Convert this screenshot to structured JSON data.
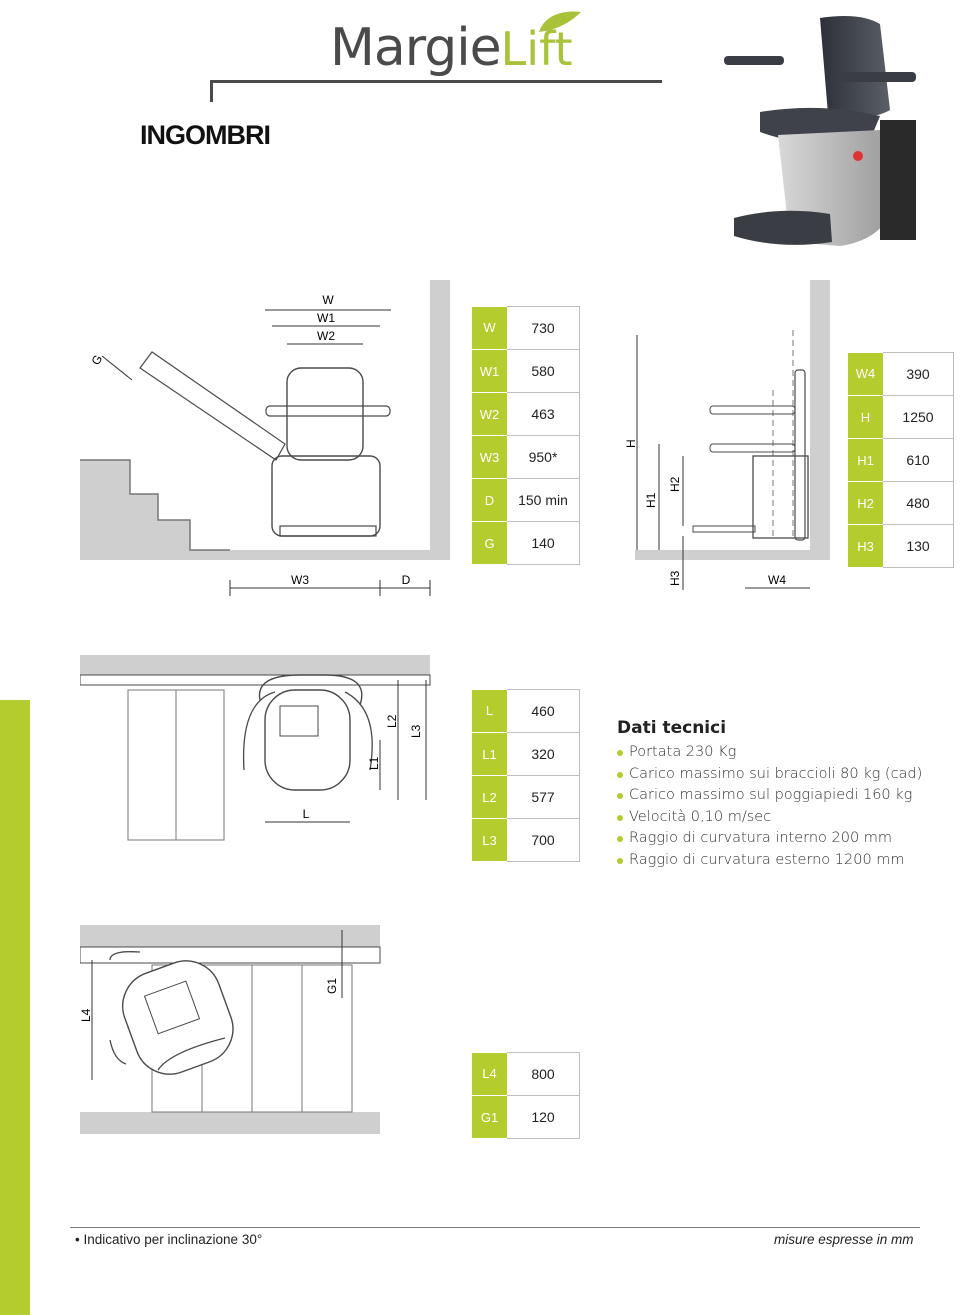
{
  "logo": {
    "part1": "Margie",
    "part2": "Lift"
  },
  "title": "INGOMBRI",
  "table_width": [
    {
      "key": "W",
      "value": "730"
    },
    {
      "key": "W1",
      "value": "580"
    },
    {
      "key": "W2",
      "value": "463"
    },
    {
      "key": "W3",
      "value": "950*"
    },
    {
      "key": "D",
      "value": "150 min"
    },
    {
      "key": "G",
      "value": "140"
    }
  ],
  "table_height": [
    {
      "key": "W4",
      "value": "390"
    },
    {
      "key": "H",
      "value": "1250"
    },
    {
      "key": "H1",
      "value": "610"
    },
    {
      "key": "H2",
      "value": "480"
    },
    {
      "key": "H3",
      "value": "130"
    }
  ],
  "table_length": [
    {
      "key": "L",
      "value": "460"
    },
    {
      "key": "L1",
      "value": "320"
    },
    {
      "key": "L2",
      "value": "577"
    },
    {
      "key": "L3",
      "value": "700"
    }
  ],
  "table_turn": [
    {
      "key": "L4",
      "value": "800"
    },
    {
      "key": "G1",
      "value": "120"
    }
  ],
  "diagram_labels": {
    "w": "W",
    "w1": "W1",
    "w2": "W2",
    "g": "G",
    "w3": "W3",
    "d": "D",
    "h": "H",
    "h1": "H1",
    "h2": "H2",
    "h3": "H3",
    "w4": "W4",
    "l": "L",
    "l1": "L1",
    "l2": "L2",
    "l3": "L3",
    "l4": "L4",
    "g1": "G1"
  },
  "dati_tecnici": {
    "title": "Dati tecnici",
    "items": [
      "Portata 230 Kg",
      "Carico massimo sui braccioli 80 kg (cad)",
      "Carico massimo sul poggiapiedi 160 kg",
      "Velocità 0,10 m/sec",
      "Raggio di curvatura interno 200 mm",
      "Raggio di curvatura esterno 1200 mm"
    ]
  },
  "footer": {
    "note": "• Indicativo per inclinazione 30°",
    "units": "misure espresse in mm"
  },
  "colors": {
    "accent": "#b4cc2e",
    "wall": "#cfcfcf",
    "line": "#4a4a4a"
  }
}
